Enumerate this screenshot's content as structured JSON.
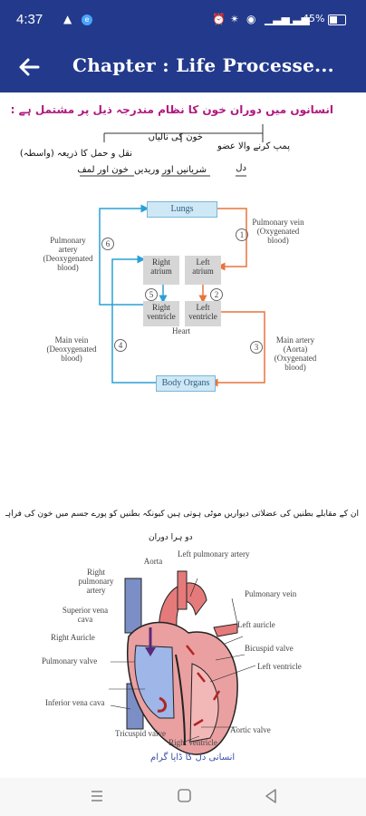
{
  "status": {
    "time": "4:37",
    "battery": "45%"
  },
  "appbar": {
    "title": "Chapter : Life Processe..."
  },
  "content": {
    "urdu_heading": "انسانوں میں دوران خون کا نظام مندرجہ ذیل پر مشتمل ہے :",
    "urdu_tree": {
      "pump": "پمپ کرنے والا عضو",
      "vessels": "خون کی نالیاں",
      "medium": "نقل و حمل کا ذریعہ (واسطہ)",
      "heart": "دل",
      "arteries": "شریانیں اور وریدیں",
      "blood": "خون اور لمف"
    },
    "circ": {
      "lungs": "Lungs",
      "body_organs": "Body Organs",
      "right_atrium": "Right atrium",
      "left_atrium": "Left atrium",
      "right_ventricle": "Right ventricle",
      "left_ventricle": "Left ventricle",
      "heart": "Heart",
      "pulm_artery": "Pulmonary artery (Deoxygenated blood)",
      "pulm_vein": "Pulmonary vein (Oxygenated blood)",
      "main_vein": "Main vein (Deoxygenated blood)",
      "main_artery": "Main artery (Aorta) (Oxygenated blood)",
      "n1": "1",
      "n2": "2",
      "n3": "3",
      "n4": "4",
      "n5": "5",
      "n6": "6"
    },
    "urdu_paragraph": "ان کے مقابلے بطنیں کی عضلاتی دیواریں موٹی ہوتی ہیں کیونکہ بطنیں کو پورے جسم میں خون کی فراہمی کرنی پڑتی ہے۔",
    "heart": {
      "urdu_aorta": "دو ہرا دوران",
      "aorta": "Aorta",
      "left_pulm_artery": "Left pulmonary artery",
      "right_pulm_artery": "Right pulmonary artery",
      "pulm_vein": "Pulmonary vein",
      "superior_vena_cava": "Superior vena cava",
      "left_auricle": "Left auricle",
      "right_auricle": "Right Auricle",
      "bicuspid": "Bicuspid valve",
      "pulm_valve": "Pulmonary valve",
      "left_ventricle": "Left ventricle",
      "inferior_vena_cava": "Inferior vena cava",
      "aortic_valve": "Aortic valve",
      "tricuspid": "Tricuspid valve",
      "right_ventricle": "Right ventricle",
      "caption": "انسانی دل کا ڈایا گرام"
    }
  }
}
